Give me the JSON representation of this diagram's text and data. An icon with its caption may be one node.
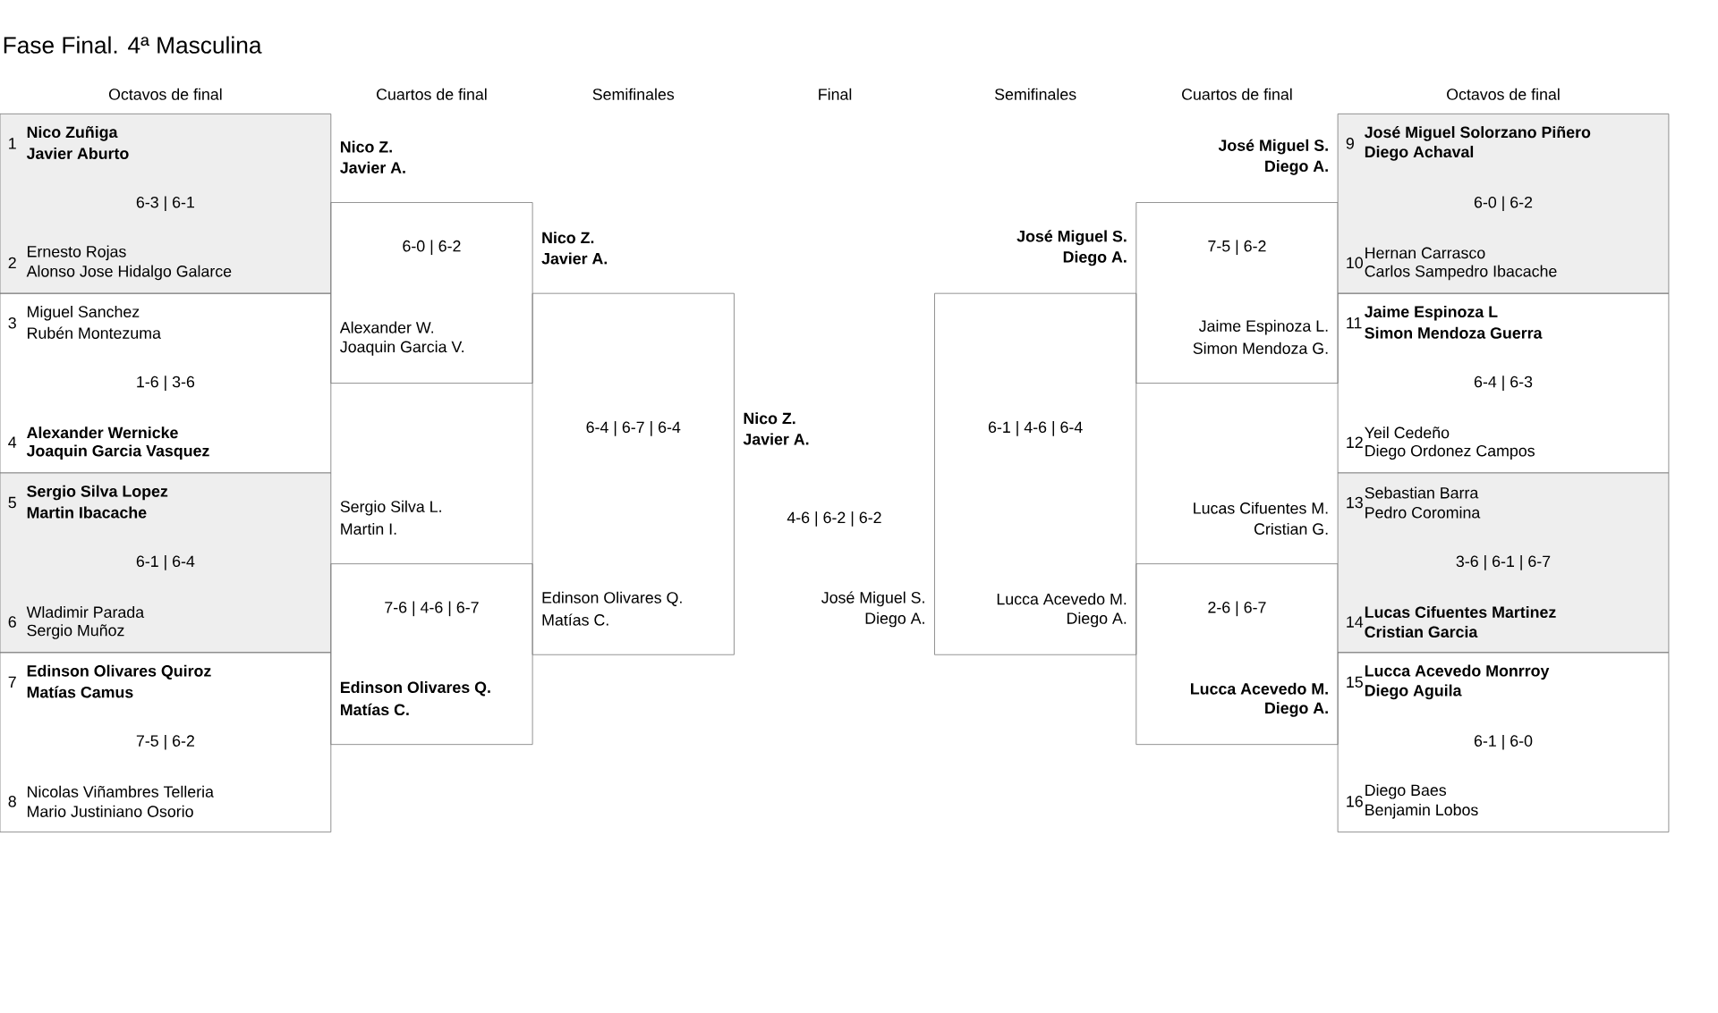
{
  "diagram": {
    "title": "Fase Final. 4ª Masculina",
    "nodes": [
      {
        "text": [
          "1",
          "Nico Zuñiga",
          "Javier Aburto",
          "6-3 | 6-1",
          "2",
          "Ernesto Rojas",
          "Alonso Jose Hidalgo Galarce"
        ]
      },
      {
        "text": [
          "3",
          "Miguel Sanchez",
          "Rubén Montezuma",
          "1-6 | 3-6",
          "4",
          "Alexander Wernicke",
          "Joaquin Garcia Vasquez"
        ]
      },
      {
        "text": [
          "5",
          "Sergio Silva Lopez",
          "Martin Ibacache",
          "6-1 | 6-4",
          "6",
          "Wladimir Parada",
          "Sergio Muñoz"
        ]
      },
      {
        "text": [
          "7",
          "Edinson Olivares Quiroz",
          "Matías Camus",
          "7-5 | 6-2",
          "8",
          "Nicolas Viñambres Telleria",
          "Mario Justiniano Osorio"
        ]
      },
      {
        "text": [
          "Nico Z.",
          "Javier A.",
          "6-0 | 6-2",
          "Alexander W.",
          "Joaquin Garcia V."
        ]
      },
      {
        "text": [
          "Sergio Silva L.",
          "Martin I.",
          "7-6 | 4-6 | 6-7",
          "Edinson Olivares Q.",
          "Matías C."
        ]
      },
      {
        "text": [
          "Nico Z.",
          "Javier A.",
          "6-4 | 6-7 | 6-4",
          "Edinson Olivares Q.",
          "Matías C."
        ]
      },
      {
        "text": [
          "Nico Z.",
          "Javier A.",
          "4-6 | 6-2 | 6-2",
          "José Miguel S.",
          "Diego A."
        ]
      },
      {
        "text": [
          "José Miguel S.",
          "Diego A.",
          "6-1 | 4-6 | 6-4",
          "Lucca Acevedo M.",
          "Diego A."
        ]
      },
      {
        "text": [
          "José Miguel S.",
          "Diego A.",
          "7-5 | 6-2",
          "Jaime Espinoza L.",
          "Simon Mendoza G."
        ]
      },
      {
        "text": [
          "Lucas Cifuentes M.",
          "Cristian G.",
          "2-6 | 6-7",
          "Lucca Acevedo M.",
          "Diego A."
        ]
      },
      {
        "text": [
          "9",
          "José Miguel Solorzano Piñero",
          "Diego Achaval",
          "6-0 | 6-2",
          "10",
          "Hernan Carrasco",
          "Carlos Sampedro Ibacache"
        ]
      },
      {
        "text": [
          "11",
          "Jaime Espinoza L",
          "Simon Mendoza Guerra",
          "6-4 | 6-3",
          "12",
          "Yeil Cedeño",
          "Diego Ordonez Campos"
        ]
      },
      {
        "text": [
          "13",
          "Sebastian Barra",
          "Pedro Coromina",
          "3-6 | 6-1 | 6-7",
          "14",
          "Lucas Cifuentes Martinez",
          "Cristian Garcia"
        ]
      },
      {
        "text": [
          "15",
          "Lucca Acevedo Monrroy",
          "Diego Aguila",
          "6-1 | 6-0",
          "16",
          "Diego Baes",
          "Benjamin Lobos"
        ]
      }
    ],
    "labels": [
      "Octavos de final",
      "Cuartos de final",
      "Semifinales",
      "Final",
      "Semifinales",
      "Cuartos de final",
      "Octavos de final"
    ]
  }
}
